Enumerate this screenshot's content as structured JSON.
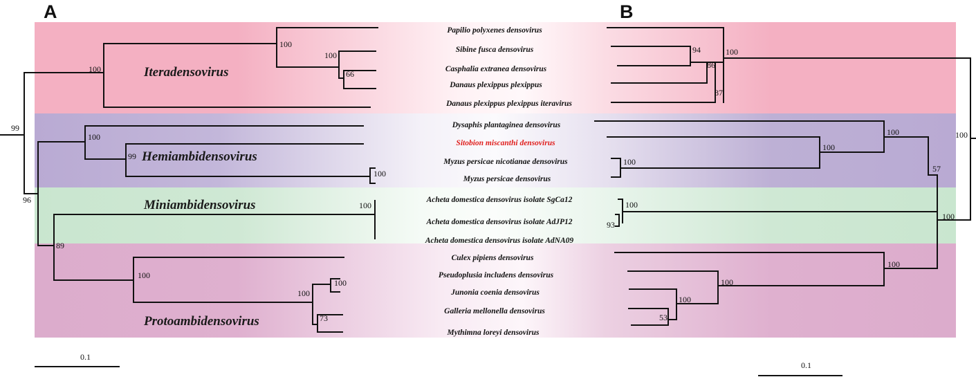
{
  "panels": {
    "a": "A",
    "b": "B"
  },
  "colors": {
    "iteradensovirus": "#f4b3c4",
    "hemiambidensovirus": "#bfb1d6",
    "miniambidensovirus": "#cfe8d4",
    "protoambidensovirus": "#dfb0cf",
    "highlight_taxon": "#e0201e"
  },
  "genera": {
    "iteradensovirus": "Iteradensovirus",
    "hemiambidensovirus": "Hemiambidensovirus",
    "miniambidensovirus": "Miniambidensovirus",
    "protoambidensovirus": "Protoambidensovirus"
  },
  "taxa": [
    "Papilio polyxenes densovirus",
    "Sibine fusca densovirus",
    "Casphalia extranea densovirus",
    "Danaus plexippus plexippus",
    "Danaus plexippus plexippus iteravirus",
    "Dysaphis plantaginea densovirus",
    "Sitobion miscanthi densovirus",
    "Myzus persicae nicotianae densovirus",
    "Myzus persicae densovirus",
    "Acheta domestica densovirus isolate SgCa12",
    "Acheta domestica densovirus isolate AdJP12",
    "Acheta domestica densovirus isolate AdNA09",
    "Culex pipiens densovirus",
    "Pseudoplusia includens densovirus",
    "Junonia coenia densovirus",
    "Galleria mellonella densovirus",
    "Mythimna loreyi densovirus"
  ],
  "tree_a_support": {
    "root": "99",
    "itera": "100",
    "itera_sub": "100",
    "itera_inner": "100",
    "itera_pair": "66",
    "ambi_root": "96",
    "hemi": "100",
    "hemi_sub": "99",
    "myzus": "100",
    "mini_proto": "89",
    "mini": "100",
    "proto": "100",
    "proto_sub": "100",
    "proto_pair1": "100",
    "proto_pair2": "73"
  },
  "tree_b_support": {
    "root": "100",
    "itera": "100",
    "sibine_casphalia": "94",
    "itera_inner": "86",
    "itera_lower": "87",
    "hemi": "100",
    "dysaphis_sitobion": "100",
    "myzus": "100",
    "ambi": "57",
    "mini": "100",
    "mini_inner": "93",
    "mini_proto": "100",
    "proto": "100",
    "proto_sub": "100",
    "proto_inner": "100",
    "proto_pair": "53"
  },
  "scale_bars": {
    "a": "0.1",
    "b": "0.1"
  }
}
